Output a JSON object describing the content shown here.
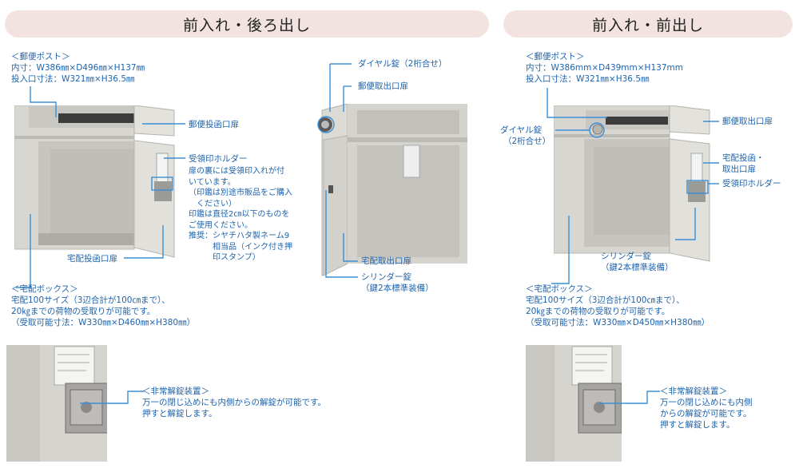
{
  "sections": {
    "left_title": "前入れ・後ろ出し",
    "right_title": "前入れ・前出し"
  },
  "left": {
    "mail_post": {
      "heading": "＜郵便ポスト＞",
      "inner": "内寸：W386㎜×D496㎜×H137㎜",
      "slot": "投入口寸法：W321㎜×H36.5㎜"
    },
    "labels": {
      "mail_insert_door": "郵便投函口扉",
      "stamp_holder": "受領印ホルダー",
      "parcel_insert_door": "宅配投函口扉"
    },
    "stamp_note": [
      "扉の裏には受領印入れが付",
      "いています。",
      "（印鑑は別途市販品をご購入",
      "　ください）",
      "印鑑は直径2㎝以下のものを",
      "ご使用ください。",
      "推奨：シヤチハタ製ネーム9",
      "　　　相当品（インク付き押",
      "　　　印スタンプ）"
    ],
    "parcel_box": {
      "heading": "＜宅配ボックス＞",
      "line1": "宅配100サイズ（3辺合計が100㎝まで）、",
      "line2": "20㎏までの荷物の受取りが可能です。",
      "line3": "（受取可能寸法：W330㎜×D460㎜×H380㎜）"
    },
    "emergency": {
      "heading": "＜非常解錠装置＞",
      "line1": "万一の閉じ込めにも内側からの解錠が可能です。",
      "line2": "押すと解錠します。"
    }
  },
  "middle": {
    "labels": {
      "dial_lock": "ダイヤル錠（2桁合せ）",
      "mail_outlet_door": "郵便取出口扉",
      "parcel_outlet_door": "宅配取出口扉",
      "cylinder": "シリンダー錠",
      "cylinder_sub": "（鍵2本標準装備）"
    }
  },
  "right": {
    "mail_post": {
      "heading": "＜郵便ポスト＞",
      "inner": "内寸：W386mm×D439mm×H137mm",
      "slot": "投入口寸法：W321㎜×H36.5㎜"
    },
    "labels": {
      "dial_lock": "ダイヤル錠",
      "dial_lock_sub": "（2桁合せ）",
      "mail_outlet_door": "郵便取出口扉",
      "parcel_door_1": "宅配投函・",
      "parcel_door_2": "取出口扉",
      "stamp_holder": "受領印ホルダー",
      "cylinder": "シリンダー錠",
      "cylinder_sub": "（鍵2本標準装備）"
    },
    "parcel_box": {
      "heading": "＜宅配ボックス＞",
      "line1": "宅配100サイズ（3辺合計が100㎝まで）、",
      "line2": "20㎏までの荷物の受取りが可能です。",
      "line3": "（受取可能寸法：W330㎜×D450㎜×H380㎜）"
    },
    "emergency": {
      "heading": "＜非常解錠装置＞",
      "line1": "万一の閉じ込めにも内側",
      "line2": "からの解錠が可能です。",
      "line3": "押すと解錠します。"
    }
  },
  "colors": {
    "accent": "#1d63ad",
    "title_bg": "#f2e3e0",
    "body_metal": "#d6d4cf"
  }
}
